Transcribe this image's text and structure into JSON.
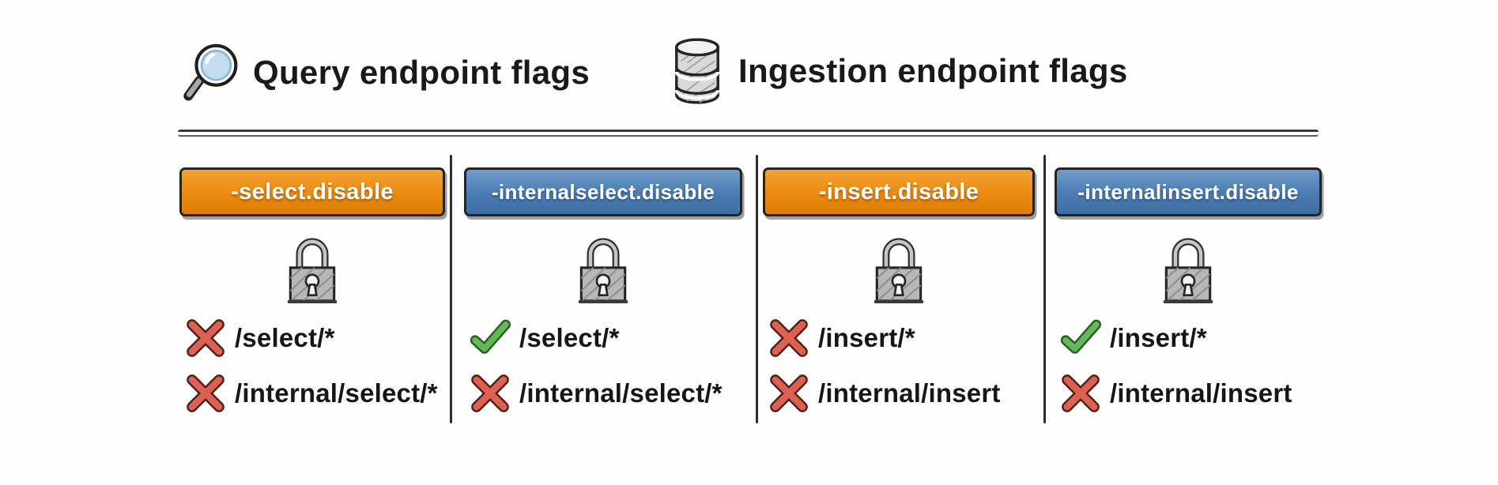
{
  "header": {
    "sections": [
      {
        "icon": "magnifier-icon",
        "label": "Query endpoint flags"
      },
      {
        "icon": "database-icon",
        "label": "Ingestion endpoint flags"
      }
    ]
  },
  "columns": [
    {
      "flag": "-select.disable",
      "flag_color": "orange",
      "endpoints": [
        {
          "path": "/select/*",
          "allowed": false
        },
        {
          "path": "/internal/select/*",
          "allowed": false
        }
      ]
    },
    {
      "flag": "-internalselect.disable",
      "flag_color": "blue",
      "endpoints": [
        {
          "path": "/select/*",
          "allowed": true
        },
        {
          "path": "/internal/select/*",
          "allowed": false
        }
      ]
    },
    {
      "flag": "-insert.disable",
      "flag_color": "orange",
      "endpoints": [
        {
          "path": "/insert/*",
          "allowed": false
        },
        {
          "path": "/internal/insert",
          "allowed": false
        }
      ]
    },
    {
      "flag": "-internalinsert.disable",
      "flag_color": "blue",
      "endpoints": [
        {
          "path": "/insert/*",
          "allowed": true
        },
        {
          "path": "/internal/insert",
          "allowed": false
        }
      ]
    }
  ],
  "colors": {
    "flag_orange": "#ea8a12",
    "flag_blue": "#4a7cb2",
    "allowed_green": "#65b757",
    "denied_red": "#dd6153",
    "text": "#191919"
  }
}
